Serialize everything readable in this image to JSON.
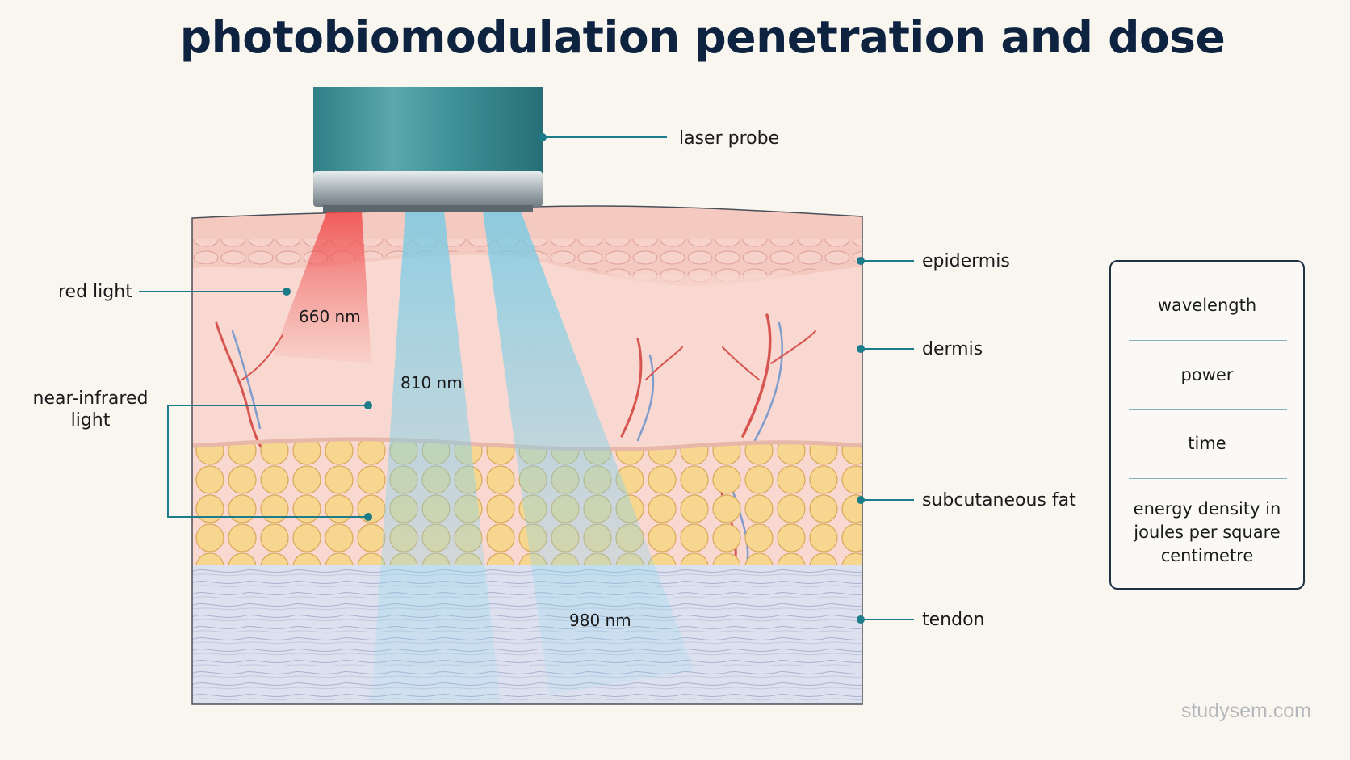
{
  "title": "photobiomodulation penetration and dose",
  "labels": {
    "laser_probe": "laser probe",
    "red_light": "red light",
    "near_infrared": "near-infrared light",
    "epidermis": "epidermis",
    "dermis": "dermis",
    "subcutaneous_fat": "subcutaneous fat",
    "tendon": "tendon"
  },
  "beams": [
    {
      "wavelength": "660 nm",
      "color": "#f05a5a"
    },
    {
      "wavelength": "810 nm",
      "color": "#7fd0ea"
    },
    {
      "wavelength": "980 nm",
      "color": "#7fd0ea"
    }
  ],
  "dose_factors": [
    "wavelength",
    "power",
    "time",
    "energy density in joules per square centimetre"
  ],
  "watermark": "studysem.com",
  "colors": {
    "title": "#0e2340",
    "leader_lines": "#1d7c8a",
    "probe_body": "#3b8f94",
    "epidermis": "#f3c9c0",
    "dermis": "#f8d8d0",
    "fat": "#f4cf86",
    "tendon": "#d8dcec"
  }
}
